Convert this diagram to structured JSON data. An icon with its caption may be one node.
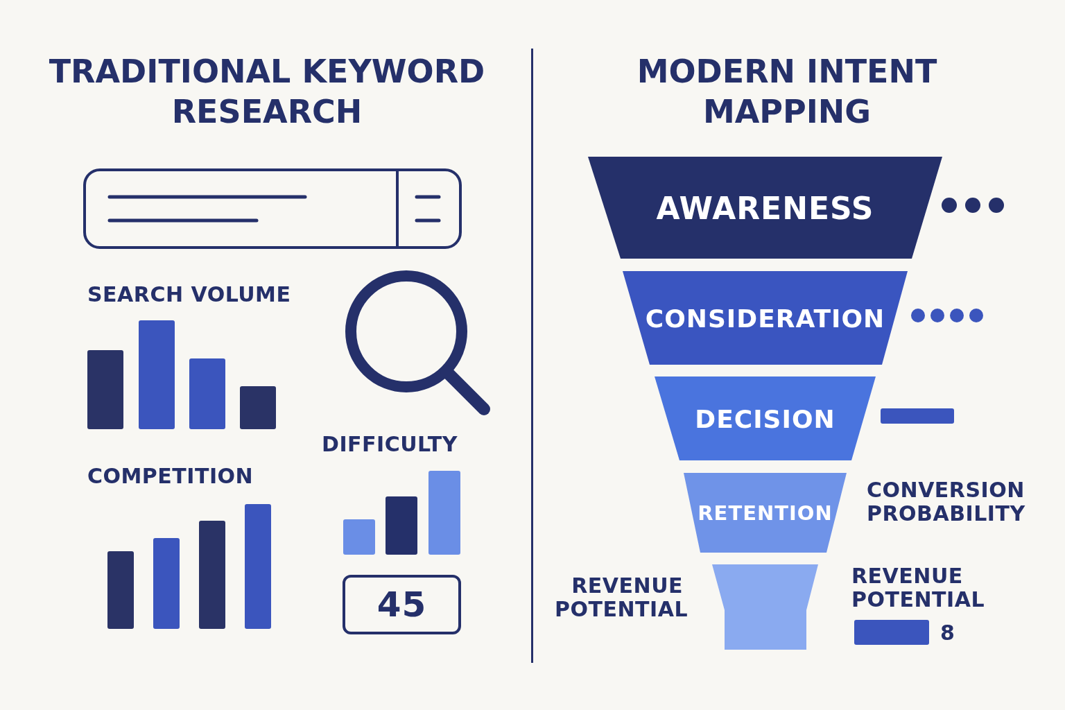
{
  "diagram": {
    "nodes": [
      {
        "text": [
          "AWARENESS"
        ]
      },
      {
        "text": [
          "CONSIDERATION"
        ]
      },
      {
        "text": [
          "DECISION"
        ]
      },
      {
        "text": [
          "RETENTION"
        ]
      },
      {
        "text": [],
        "shape": "box"
      },
      {
        "text": [
          "45"
        ]
      }
    ],
    "labels": [
      "TRADITIONAL KEYWORD RESEARCH",
      "MODERN INTENT MAPPING",
      "SEARCH VOLUME",
      "DIFFICULTY",
      "COMPETITION",
      "CONVERSION PROBABILITY",
      "REVENUE POTENTIAL",
      "REVENUE POTENTIAL",
      "8"
    ]
  }
}
